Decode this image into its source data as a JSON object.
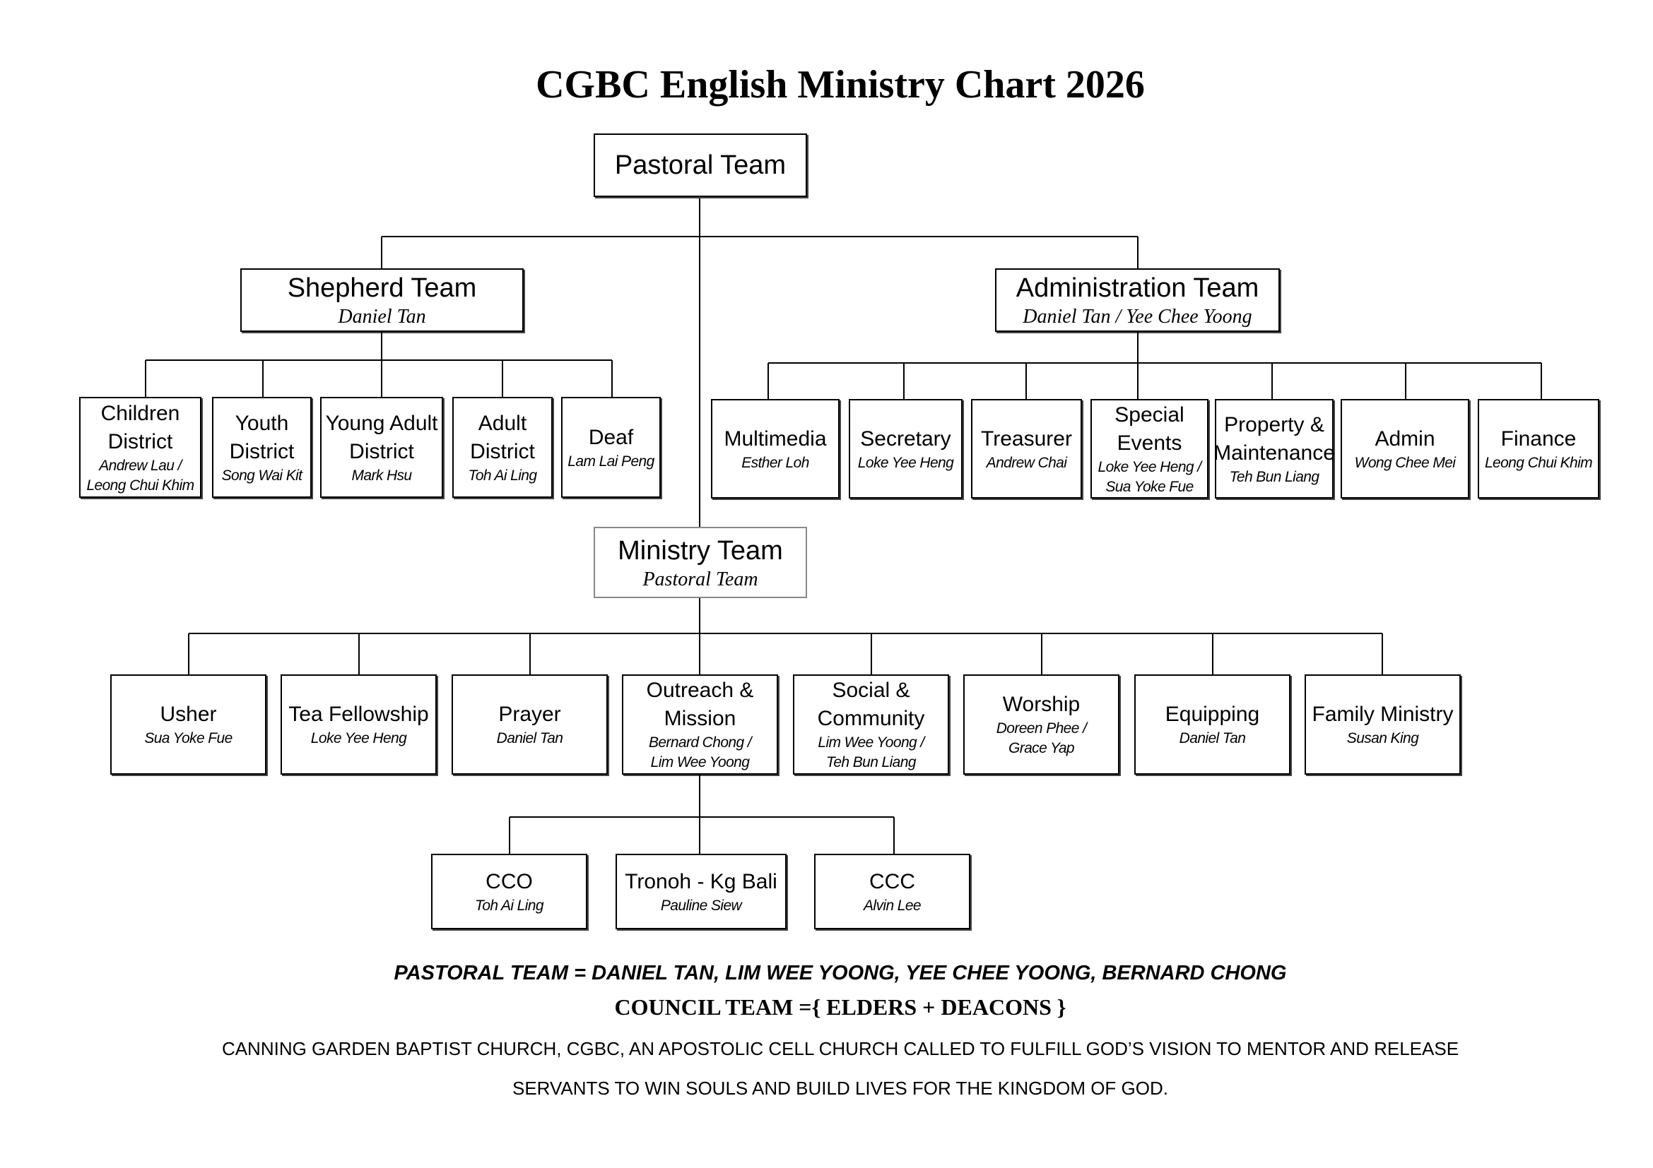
{
  "title": "CGBC English Ministry Chart 2026",
  "pastoral": {
    "label": "Pastoral Team"
  },
  "shepherd": {
    "label": "Shepherd Team",
    "lead": "Daniel Tan"
  },
  "administration": {
    "label": "Administration Team",
    "lead": "Daniel Tan / Yee Chee Yoong"
  },
  "districts": [
    {
      "label": "Children\nDistrict",
      "lead": "Andrew Lau /\nLeong Chui Khim"
    },
    {
      "label": "Youth\nDistrict",
      "lead": "Song Wai Kit"
    },
    {
      "label": "Young Adult\nDistrict",
      "lead": "Mark Hsu"
    },
    {
      "label": "Adult\nDistrict",
      "lead": "Toh Ai Ling"
    },
    {
      "label": "Deaf",
      "lead": "Lam Lai Peng"
    }
  ],
  "admin_units": [
    {
      "label": "Multimedia",
      "lead": "Esther Loh"
    },
    {
      "label": "Secretary",
      "lead": "Loke Yee Heng"
    },
    {
      "label": "Treasurer",
      "lead": "Andrew Chai"
    },
    {
      "label": "Special\nEvents",
      "lead": "Loke Yee Heng /\nSua Yoke Fue"
    },
    {
      "label": "Property &\nMaintenance",
      "lead": "Teh Bun Liang"
    },
    {
      "label": "Admin",
      "lead": "Wong Chee Mei"
    },
    {
      "label": "Finance",
      "lead": "Leong Chui Khim"
    }
  ],
  "ministry": {
    "label": "Ministry Team",
    "lead": "Pastoral Team"
  },
  "ministries": [
    {
      "label": "Usher",
      "lead": "Sua Yoke Fue"
    },
    {
      "label": "Tea Fellowship",
      "lead": "Loke Yee Heng"
    },
    {
      "label": "Prayer",
      "lead": "Daniel Tan"
    },
    {
      "label": "Outreach &\nMission",
      "lead": "Bernard Chong /\nLim Wee Yoong"
    },
    {
      "label": "Social &\nCommunity",
      "lead": "Lim Wee Yoong /\nTeh Bun Liang"
    },
    {
      "label": "Worship",
      "lead": "Doreen Phee /\nGrace Yap"
    },
    {
      "label": "Equipping",
      "lead": "Daniel Tan"
    },
    {
      "label": "Family Ministry",
      "lead": "Susan King"
    }
  ],
  "outreach_units": [
    {
      "label": "CCO",
      "lead": "Toh Ai Ling"
    },
    {
      "label": "Tronoh - Kg Bali",
      "lead": "Pauline Siew"
    },
    {
      "label": "CCC",
      "lead": "Alvin Lee"
    }
  ],
  "footer": {
    "pastoral_team": "PASTORAL TEAM = DANIEL TAN, LIM WEE YOONG, YEE CHEE YOONG, BERNARD CHONG",
    "council_team": "COUNCIL TEAM ={ ELDERS + DEACONS }",
    "mission_line1": "CANNING GARDEN BAPTIST CHURCH, CGBC, AN APOSTOLIC CELL CHURCH CALLED TO FULFILL GOD’S VISION TO MENTOR AND RELEASE",
    "mission_line2": "SERVANTS TO WIN SOULS AND BUILD LIVES FOR THE KINGDOM OF GOD."
  }
}
